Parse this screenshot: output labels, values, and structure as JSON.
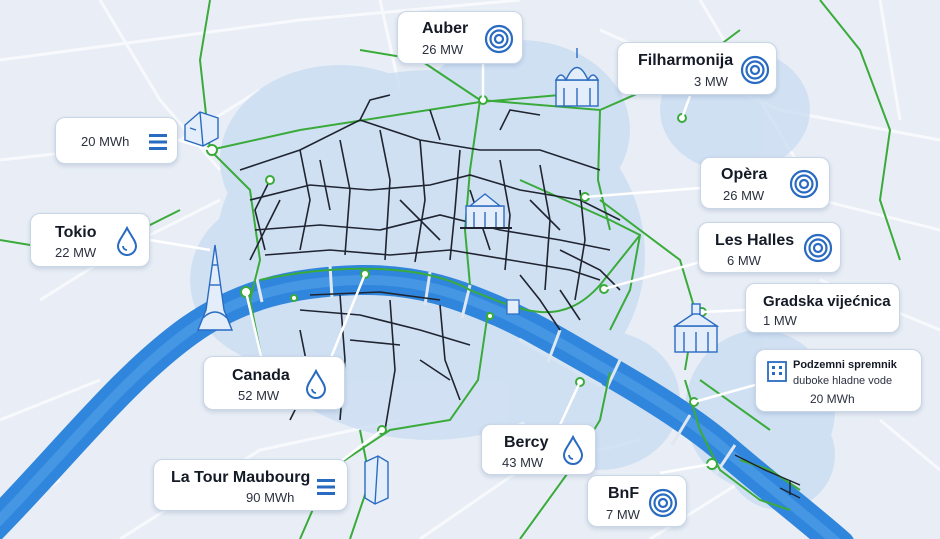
{
  "colors": {
    "river": "#2f86dc",
    "network": "#1f2430",
    "green_lines": "#3aab3a",
    "halo": "#c5daf3",
    "icon_blue": "#2a6bc2"
  },
  "stations": [
    {
      "id": "auber",
      "name": "Auber",
      "value": "26 MW",
      "icon": "concentric-circles-icon"
    },
    {
      "id": "filharmonija",
      "name": "Filharmonija",
      "value": "3 MW",
      "icon": "concentric-circles-icon"
    },
    {
      "id": "storage-west",
      "name": "",
      "value": "20 MWh",
      "icon": "storage-bars-icon"
    },
    {
      "id": "opera",
      "name": "Opèra",
      "value": "26 MW",
      "icon": "concentric-circles-icon"
    },
    {
      "id": "tokio",
      "name": "Tokio",
      "value": "22 MW",
      "icon": "water-drop-icon"
    },
    {
      "id": "les-halles",
      "name": "Les Halles",
      "value": "6 MW",
      "icon": "concentric-circles-icon"
    },
    {
      "id": "gradska",
      "name": "Gradska vijećnica",
      "value": "1 MW",
      "icon": "none"
    },
    {
      "id": "canada",
      "name": "Canada",
      "value": "52 MW",
      "icon": "water-drop-icon"
    },
    {
      "id": "bercy",
      "name": "Bercy",
      "value": "43 MW",
      "icon": "water-drop-icon"
    },
    {
      "id": "la-tour",
      "name": "La Tour Maubourg",
      "value": "90 MWh",
      "icon": "storage-bars-icon"
    },
    {
      "id": "bnf",
      "name": "BnF",
      "value": "7 MW",
      "icon": "concentric-circles-icon"
    }
  ],
  "storage_box": {
    "line1": "Podzemni spremnik",
    "line2": "duboke hladne vode",
    "value": "20 MWh",
    "icon": "building-icon"
  },
  "landmarks": [
    "eiffel-tower-icon",
    "sacre-coeur-icon",
    "louvre-pavilion-icon",
    "hotel-de-ville-icon",
    "tower-building-icon",
    "building-icon"
  ]
}
